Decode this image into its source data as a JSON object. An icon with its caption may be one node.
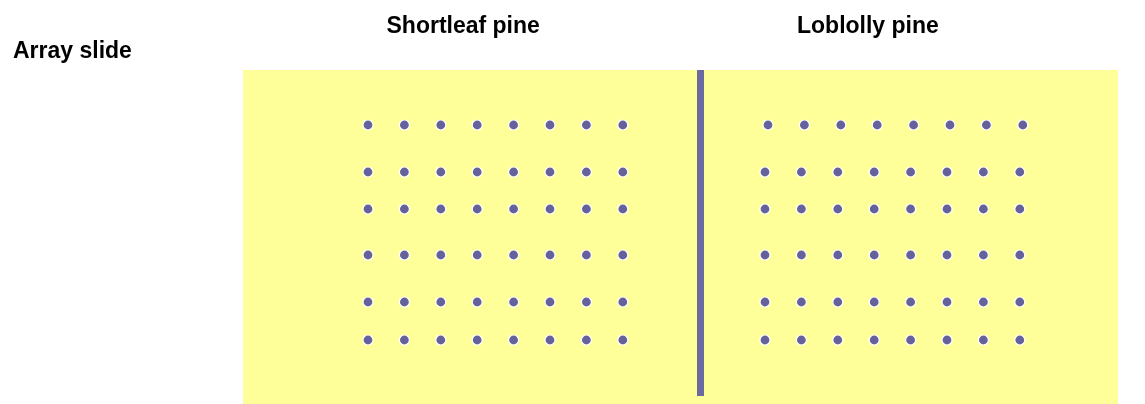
{
  "diagram": {
    "labels": [
      "Array slide",
      "Shortleaf pine",
      "Loblolly pine"
    ]
  }
}
